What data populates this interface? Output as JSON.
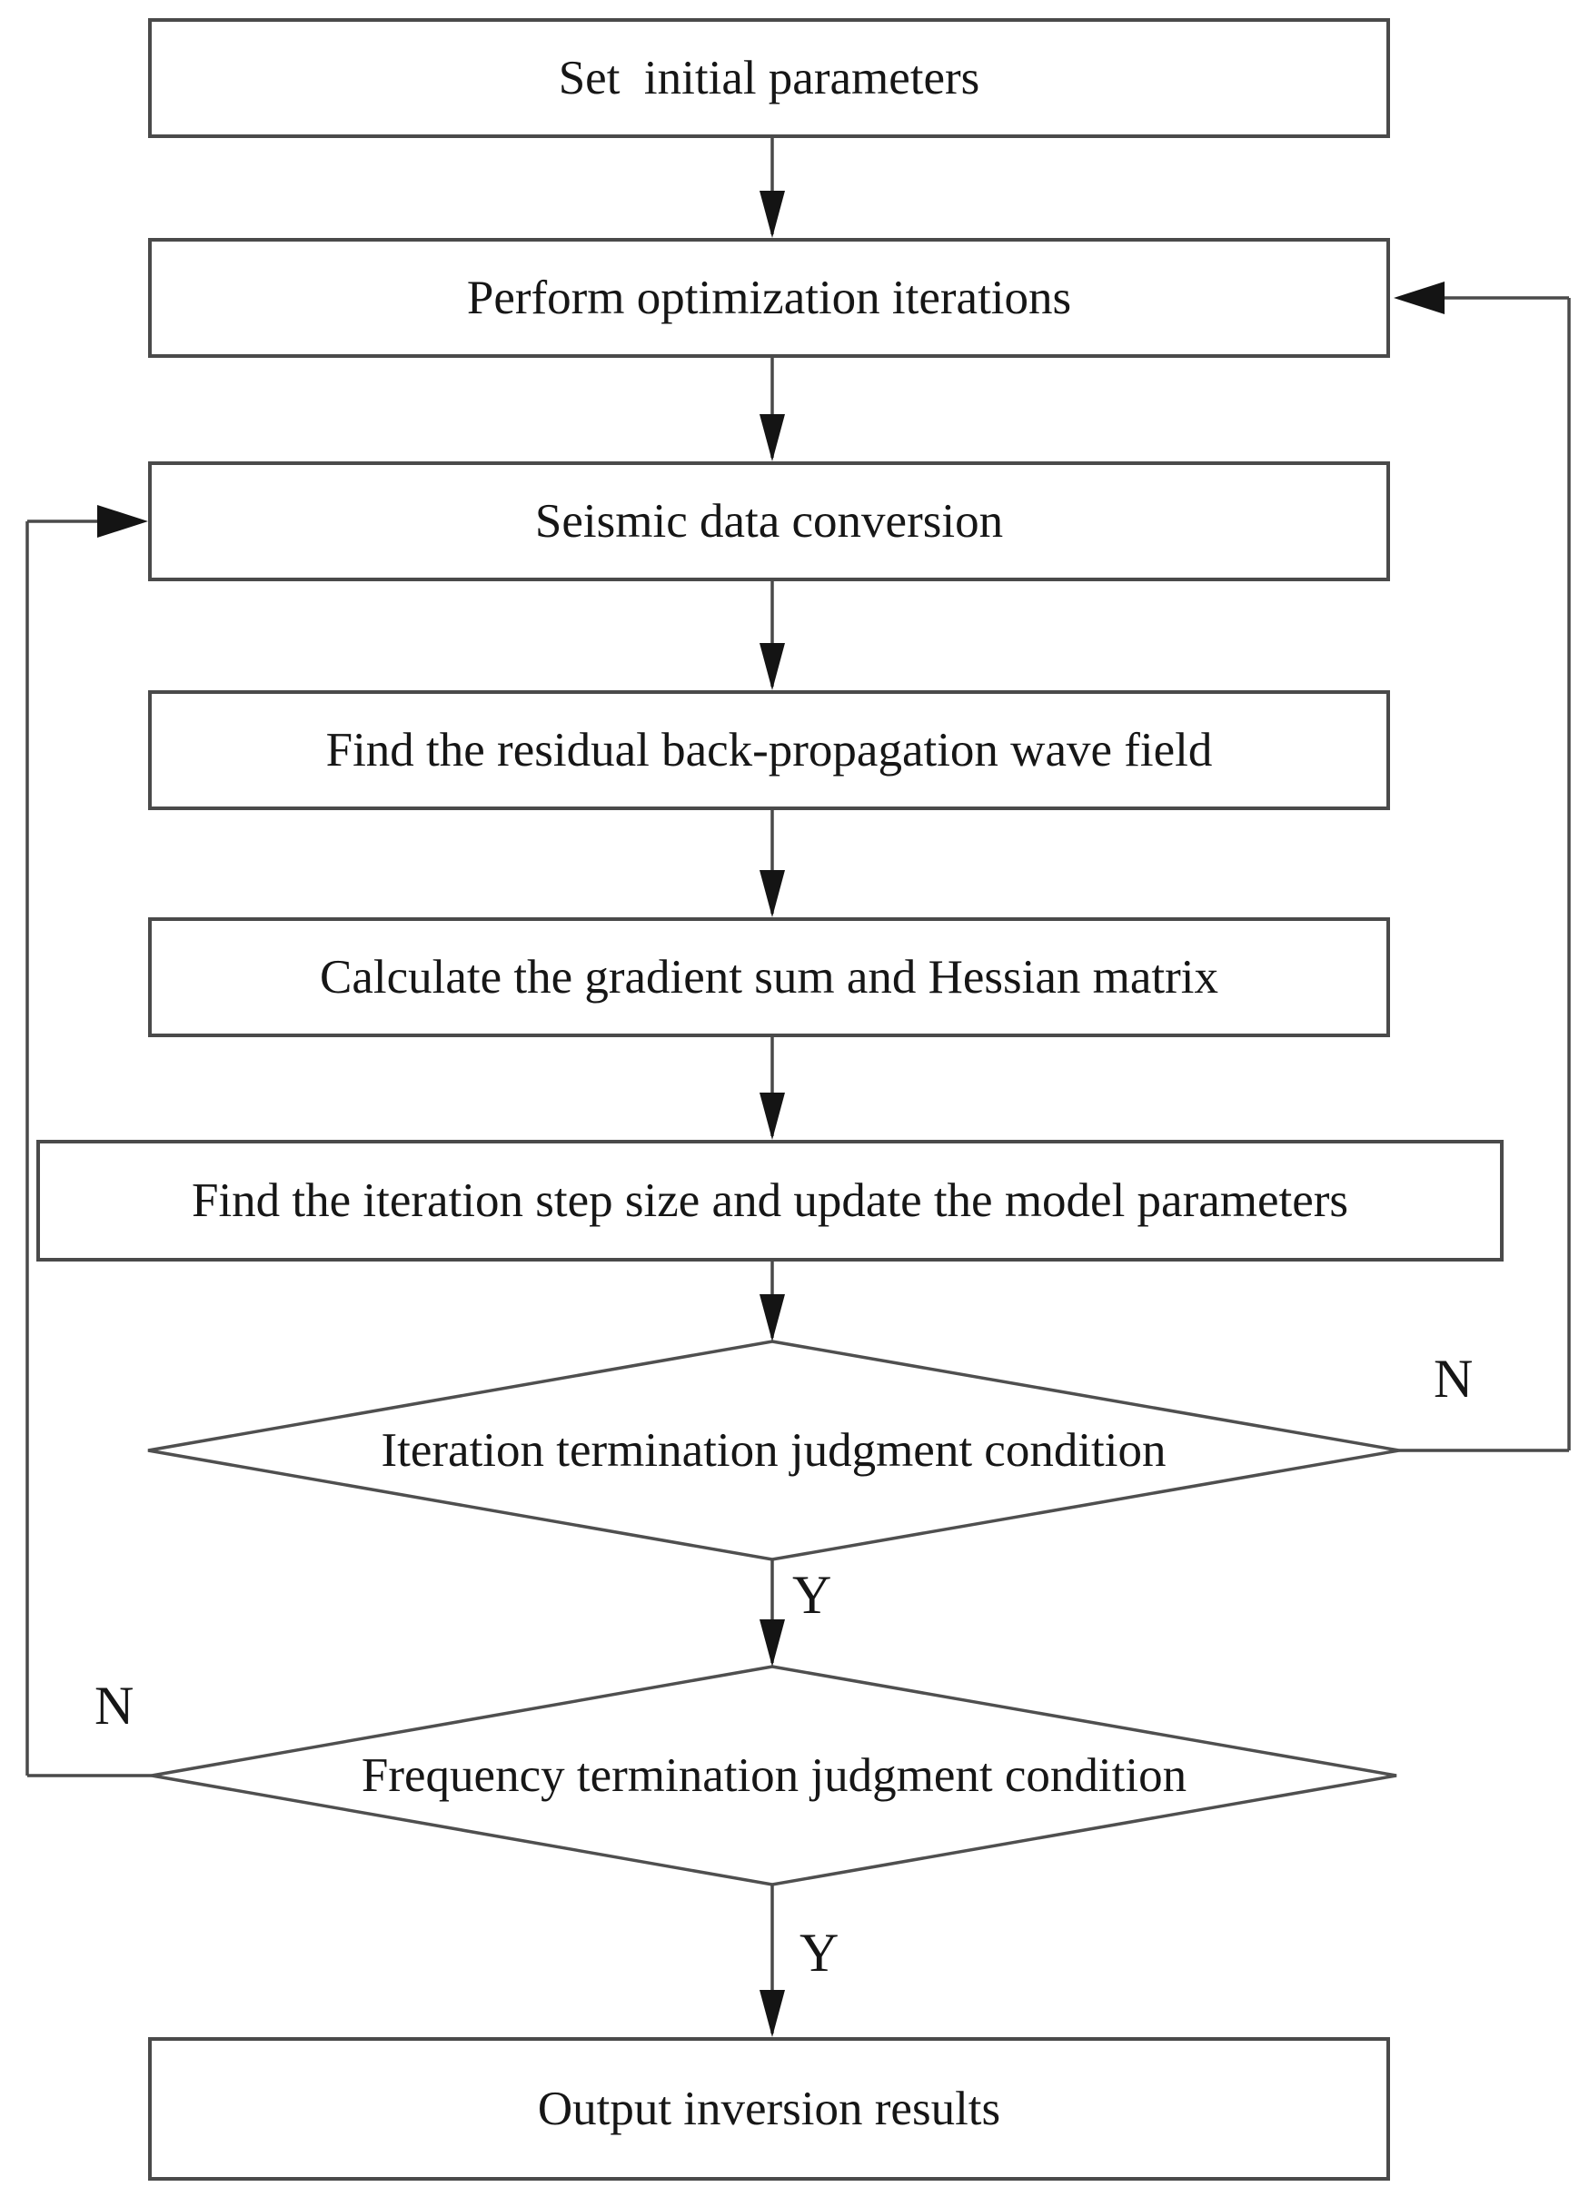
{
  "diagram": {
    "colors": {
      "background": "#ffffff",
      "line": "#4a4a4a",
      "text": "#161616",
      "arrowhead": "#141414"
    },
    "nodes": {
      "set_initial_parameters": {
        "type": "process",
        "label": "Set  initial parameters"
      },
      "perform_optimization_iterations": {
        "type": "process",
        "label": "Perform optimization iterations"
      },
      "seismic_data_conversion": {
        "type": "process",
        "label": "Seismic data conversion"
      },
      "find_residual_backpropagation_wave_field": {
        "type": "process",
        "label": "Find the residual back-propagation wave field"
      },
      "calculate_gradient_sum_hessian_matrix": {
        "type": "process",
        "label": "Calculate the gradient sum and Hessian matrix"
      },
      "find_iteration_step_size_update_model": {
        "type": "process",
        "label": "Find the iteration step size and update the model parameters"
      },
      "iteration_termination_condition": {
        "type": "decision",
        "label": "Iteration termination judgment condition"
      },
      "frequency_termination_condition": {
        "type": "decision",
        "label": "Frequency termination judgment condition"
      },
      "output_inversion_results": {
        "type": "process",
        "label": "Output inversion results"
      }
    },
    "edge_labels": {
      "iteration_no": "N",
      "iteration_yes": "Y",
      "frequency_no": "N",
      "frequency_yes": "Y"
    }
  }
}
